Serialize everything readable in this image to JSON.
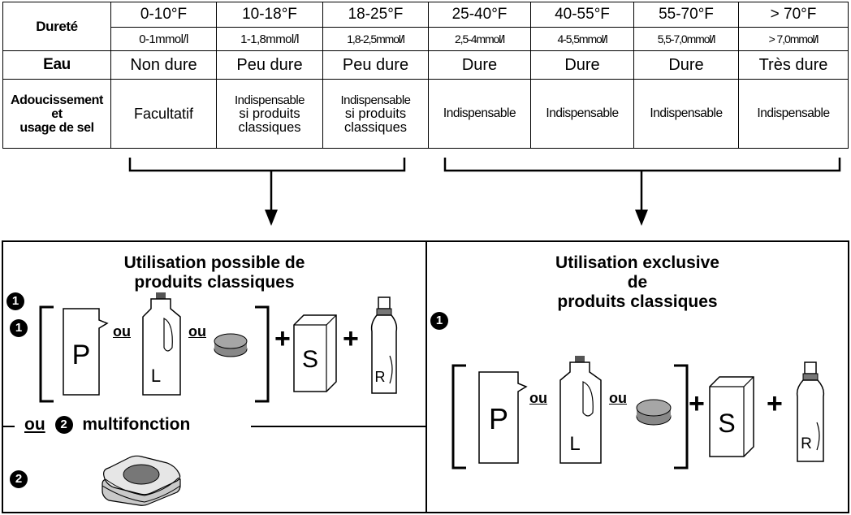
{
  "table": {
    "durete_label": "Dureté",
    "degrees": [
      "0-10°F",
      "10-18°F",
      "18-25°F",
      "25-40°F",
      "40-55°F",
      "55-70°F",
      "> 70°F"
    ],
    "mmol": [
      "0-1mmol/l",
      "1-1,8mmol/l",
      "1,8-2,5mmol/l",
      "2,5-4mmol/l",
      "4-5,5mmol/l",
      "5,5-7,0mmol/l",
      "> 7,0mmol/l"
    ],
    "eau_label": "Eau",
    "eau": [
      "Non dure",
      "Peu dure",
      "Peu dure",
      "Dure",
      "Dure",
      "Dure",
      "Très dure"
    ],
    "adoucissement_label": [
      "Adoucissement",
      "et",
      "usage de sel"
    ],
    "adoucissement": {
      "c1": "Facultatif",
      "c2": [
        "Indispensable",
        "si produits",
        "classiques"
      ],
      "c3": [
        "Indispensable",
        "si produits",
        "classiques"
      ],
      "c4": "Indispensable",
      "c5": "Indispensable",
      "c6": "Indispensable",
      "c7": "Indispensable"
    }
  },
  "left_box": {
    "title": [
      "Utilisation possible de",
      "produits classiques"
    ],
    "marker1": "❶",
    "marker2": "❷",
    "ou": "ou",
    "ou_alt": "ou",
    "multifonction": "multifonction",
    "letters": {
      "powder": "P",
      "liquid": "L",
      "salt": "S",
      "rinse": "R"
    },
    "plus": "+"
  },
  "right_box": {
    "title": [
      "Utilisation exclusive",
      "de",
      "produits classiques"
    ],
    "marker1": "❶",
    "ou": "ou",
    "letters": {
      "powder": "P",
      "liquid": "L",
      "salt": "S",
      "rinse": "R"
    },
    "plus": "+"
  }
}
